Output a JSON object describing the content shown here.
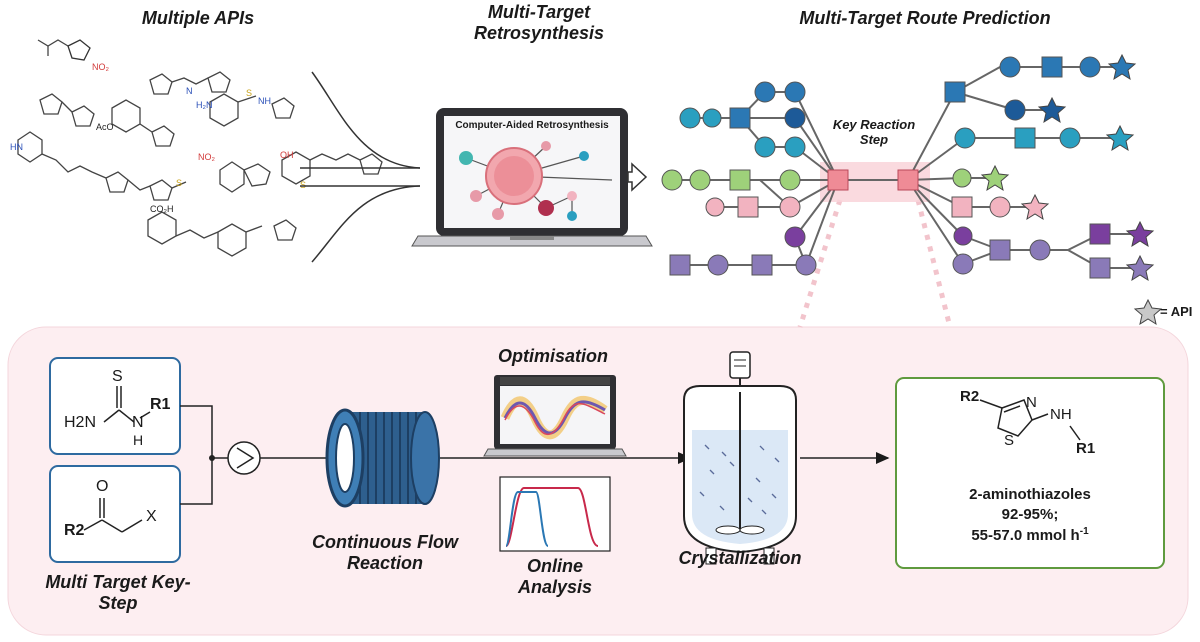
{
  "sections": {
    "apis_title": "Multiple APIs",
    "retro_title": "Multi-Target Retrosynthesis",
    "route_title": "Multi-Target Route Prediction"
  },
  "laptop_screen_title": "Computer-Aided Retrosynthesis",
  "key_reaction": "Key Reaction Step",
  "api_legend": "= API",
  "flow": {
    "key_step": "Multi Target Key-Step",
    "flow_reaction": "Continuous Flow Reaction",
    "optimisation": "Optimisation",
    "online_analysis": "Online Analysis",
    "crystallization": "Crystallization",
    "product_name": "2-aminothiazoles",
    "product_yield": "92-95%;",
    "product_rate": "55-57.0 mmol h",
    "product_rate_sup": "-1"
  },
  "reagents": {
    "thiourea": {
      "s": "S",
      "h2n": "H2N",
      "nh": "H",
      "n": "N",
      "r1": "R1"
    },
    "ketone": {
      "o": "O",
      "r2": "R2",
      "x": "X"
    }
  },
  "product": {
    "r2": "R2",
    "s": "S",
    "n": "N",
    "nh": "NH",
    "r1": "R1"
  },
  "api_fragments": [
    "NO2",
    "AcO",
    "HN",
    "CO2H",
    "OH",
    "H2N",
    "NH",
    "O",
    "S",
    "N"
  ],
  "colors": {
    "blue": "#2b78b4",
    "darkblue": "#1d5a98",
    "cyan": "#2a9fc0",
    "green": "#9ed17a",
    "pink": "#f2b3c0",
    "purple": "#7a3f9e",
    "lavender": "#8a7ab8",
    "panel_bg": "#fdeef1",
    "reactor_ring": "#2e5f8e"
  }
}
